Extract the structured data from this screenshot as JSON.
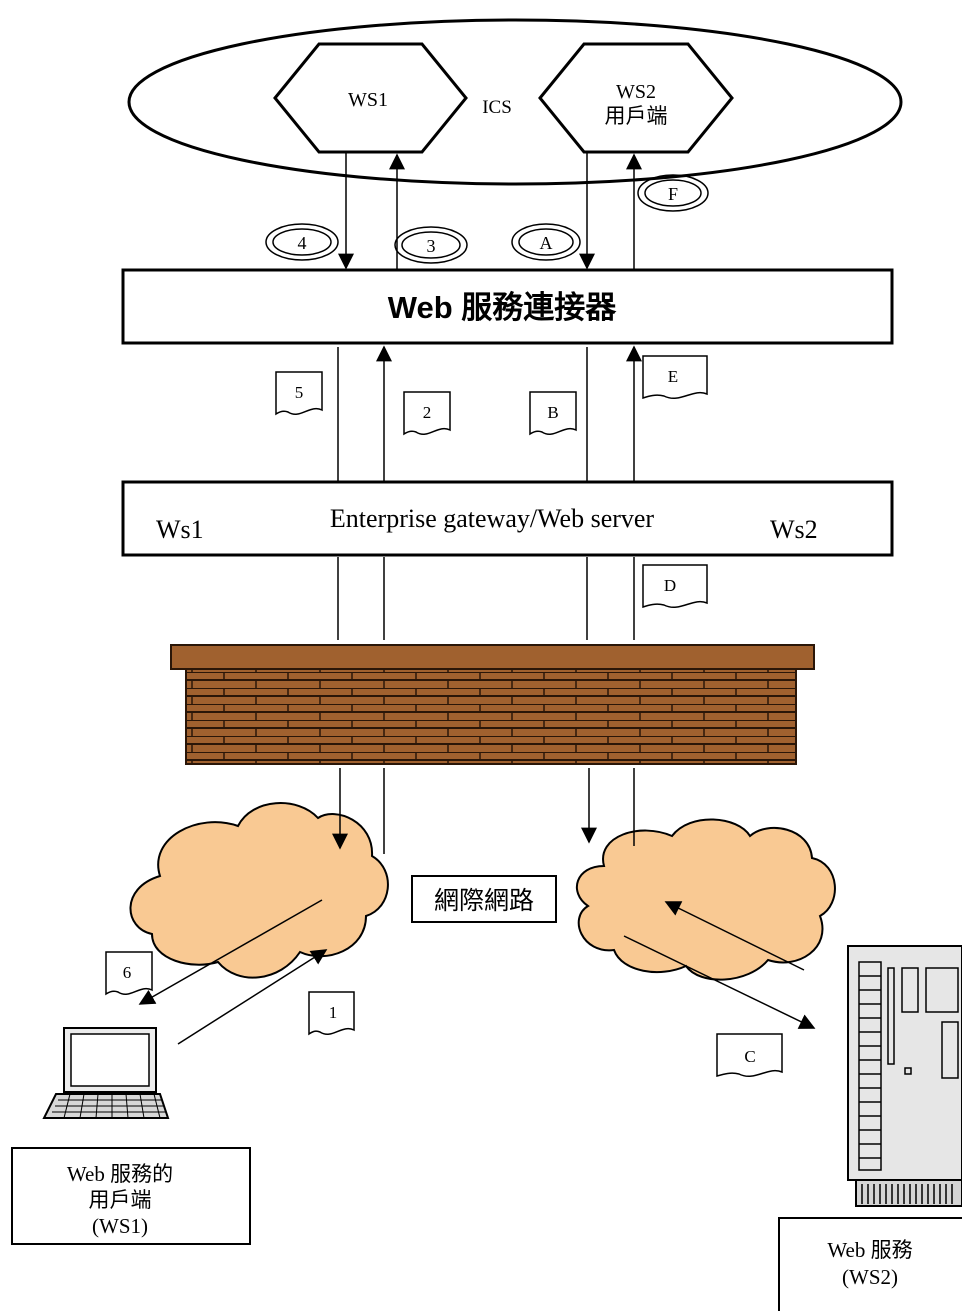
{
  "ics": {
    "label": "ICS",
    "ws1": {
      "label": "WS1"
    },
    "ws2": {
      "line1": "WS2",
      "line2": "用戶端"
    }
  },
  "connector": {
    "label": "Web 服務連接器"
  },
  "gateway": {
    "label": "Enterprise gateway/Web server",
    "left": "Ws1",
    "right": "Ws2"
  },
  "steps": {
    "s1": "1",
    "s2": "2",
    "s3": "3",
    "s4": "4",
    "s5": "5",
    "s6": "6",
    "sA": "A",
    "sB": "B",
    "sC": "C",
    "sD": "D",
    "sE": "E",
    "sF": "F"
  },
  "internet": {
    "label": "網際網路"
  },
  "client_box": {
    "line1": "Web 服務的",
    "line2": "用戶端",
    "line3": "(WS1)"
  },
  "service_box": {
    "line1": "Web 服務",
    "line2": "(WS2)"
  },
  "colors": {
    "firewall": "#a0612f",
    "cloud": "#f9c993",
    "server": "#e6e6e6"
  }
}
